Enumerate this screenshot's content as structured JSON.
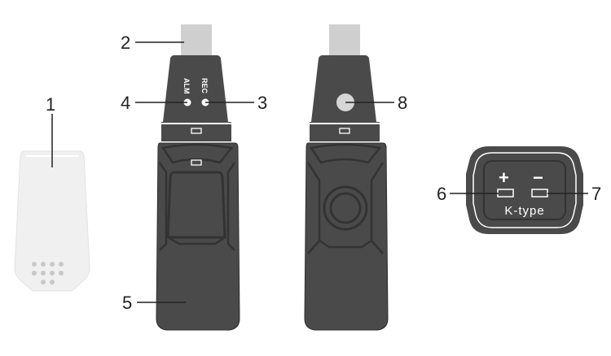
{
  "colors": {
    "body_dark": "#4a4a4a",
    "body_border": "#2e2e2e",
    "connector": "#cfcfcf",
    "cap": "#f0f0f0",
    "line": "#222222"
  },
  "callouts": [
    {
      "id": "cap",
      "number": "1"
    },
    {
      "id": "usb-connector",
      "number": "2"
    },
    {
      "id": "rec-led",
      "number": "3"
    },
    {
      "id": "alm-led",
      "number": "4"
    },
    {
      "id": "logger-body",
      "number": "5"
    },
    {
      "id": "positive-terminal",
      "number": "6"
    },
    {
      "id": "negative-terminal",
      "number": "7"
    },
    {
      "id": "back-button",
      "number": "8"
    }
  ],
  "labels": {
    "rec": "REC",
    "alm": "ALM",
    "plus": "+",
    "minus": "−",
    "ktype": "K-type"
  }
}
